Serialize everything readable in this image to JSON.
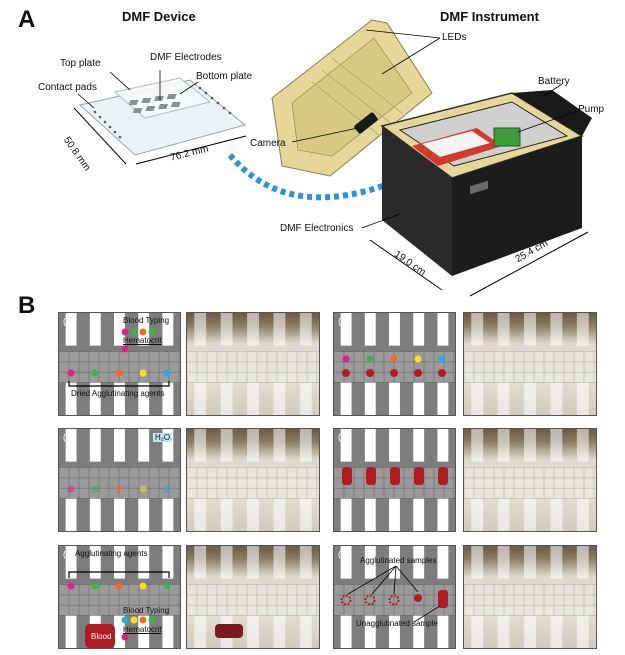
{
  "section_a": {
    "letter": "A",
    "device_title": "DMF Device",
    "instrument_title": "DMF Instrument",
    "device_labels": {
      "top_plate": "Top plate",
      "dmf_electrodes": "DMF Electrodes",
      "bottom_plate": "Bottom plate",
      "contact_pads": "Contact pads",
      "dim_height": "50.8 mm",
      "dim_width": "76.2 mm"
    },
    "instrument_labels": {
      "leds": "LEDs",
      "battery": "Battery",
      "pump": "Pump",
      "camera": "Camera",
      "dmf_electronics": "DMF Electronics",
      "dim_depth": "19.0 cm",
      "dim_width": "25.4 cm"
    }
  },
  "section_b": {
    "letter": "B",
    "panels": [
      {
        "numeral": "(i)",
        "texts": [
          "Blood Typing",
          "Hematocrit",
          "Dried Agglutinating agents"
        ]
      },
      {
        "numeral": "(ii)",
        "texts": [
          "H₂O"
        ]
      },
      {
        "numeral": "(iii)",
        "texts": [
          "Agglutinating agents",
          "Blood Typing",
          "Hematocrit",
          "Blood"
        ]
      },
      {
        "numeral": "(iv)",
        "texts": []
      },
      {
        "numeral": "(v)",
        "texts": []
      },
      {
        "numeral": "(vi)",
        "texts": [
          "Agglutinated samples",
          "Unagglutinated sample"
        ]
      }
    ]
  },
  "colors": {
    "agent_magenta": "#e0218a",
    "agent_green": "#3bb34a",
    "agent_orange": "#f26b21",
    "agent_yellow": "#f5e21b",
    "agent_blue": "#29a9e0",
    "blood_red": "#b01c24",
    "instrument_yellow": "#e6d798",
    "instrument_body": "#1c1c1c",
    "wifi_blue": "#2b93d1"
  }
}
